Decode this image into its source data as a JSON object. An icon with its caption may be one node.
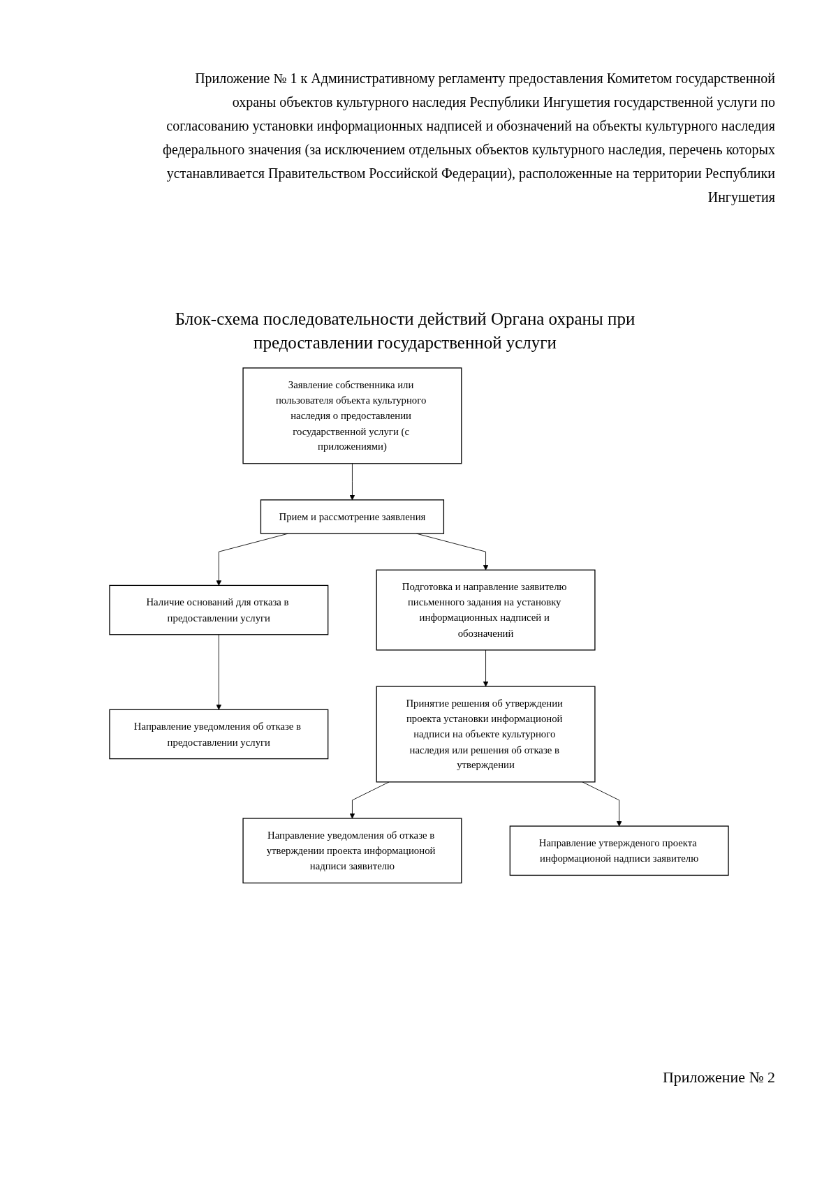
{
  "diagram": {
    "title": "Блок-схема последовательности действий Органа охраны при предоставлении государственной услуги",
    "nodes": [
      {
        "text": [
          "Заявление собственника или пользователя объекта культурного наследия о предоставлении государственной услуги (с приложениями)"
        ]
      },
      {
        "text": [
          "Прием и рассмотрение заявления"
        ]
      },
      {
        "text": [
          "Наличие оснований для отказа в предоставлении услуги"
        ]
      },
      {
        "text": [
          "Подготовка и направление заявителю письменного задания на установку информационных надписей и обозначений"
        ]
      },
      {
        "text": [
          "Направление уведомления об отказе в предоставлении услуги"
        ]
      },
      {
        "text": [
          "Принятие решения об утверждении проекта установки информационой надписи на объекте культурного наследия или решения об отказе в утверждении"
        ]
      },
      {
        "text": [
          "Направление уведомления об отказе в утверждении проекта информационой надписи заявителю"
        ]
      },
      {
        "text": [
          "Направление утвержденого проекта информационой надписи заявителю"
        ]
      }
    ],
    "edges": [
      {
        "from": 0,
        "to": 1,
        "arrow": "to"
      },
      {
        "from": 1,
        "to": 2,
        "arrow": "to"
      },
      {
        "from": 1,
        "to": 3,
        "arrow": "to"
      },
      {
        "from": 2,
        "to": 4,
        "arrow": "to"
      },
      {
        "from": 3,
        "to": 5,
        "arrow": "to"
      },
      {
        "from": 5,
        "to": 6,
        "arrow": "to"
      },
      {
        "from": 5,
        "to": 7,
        "arrow": "to"
      }
    ],
    "labels": [
      "Приложение № 1 к Административному регламенту предоставления Комитетом государственной охраны объектов культурного наследия Республики Ингушетия государственной услуги по согласованию установки информационных надписей и обозначений на объекты культурного наследия федерального значения (за исключением отдельных объектов культурного наследия, перечень которых устанавливается Правительством Российской Федерации), расположенные на территории Республики Ингушетия",
      "Приложение № 2"
    ]
  }
}
